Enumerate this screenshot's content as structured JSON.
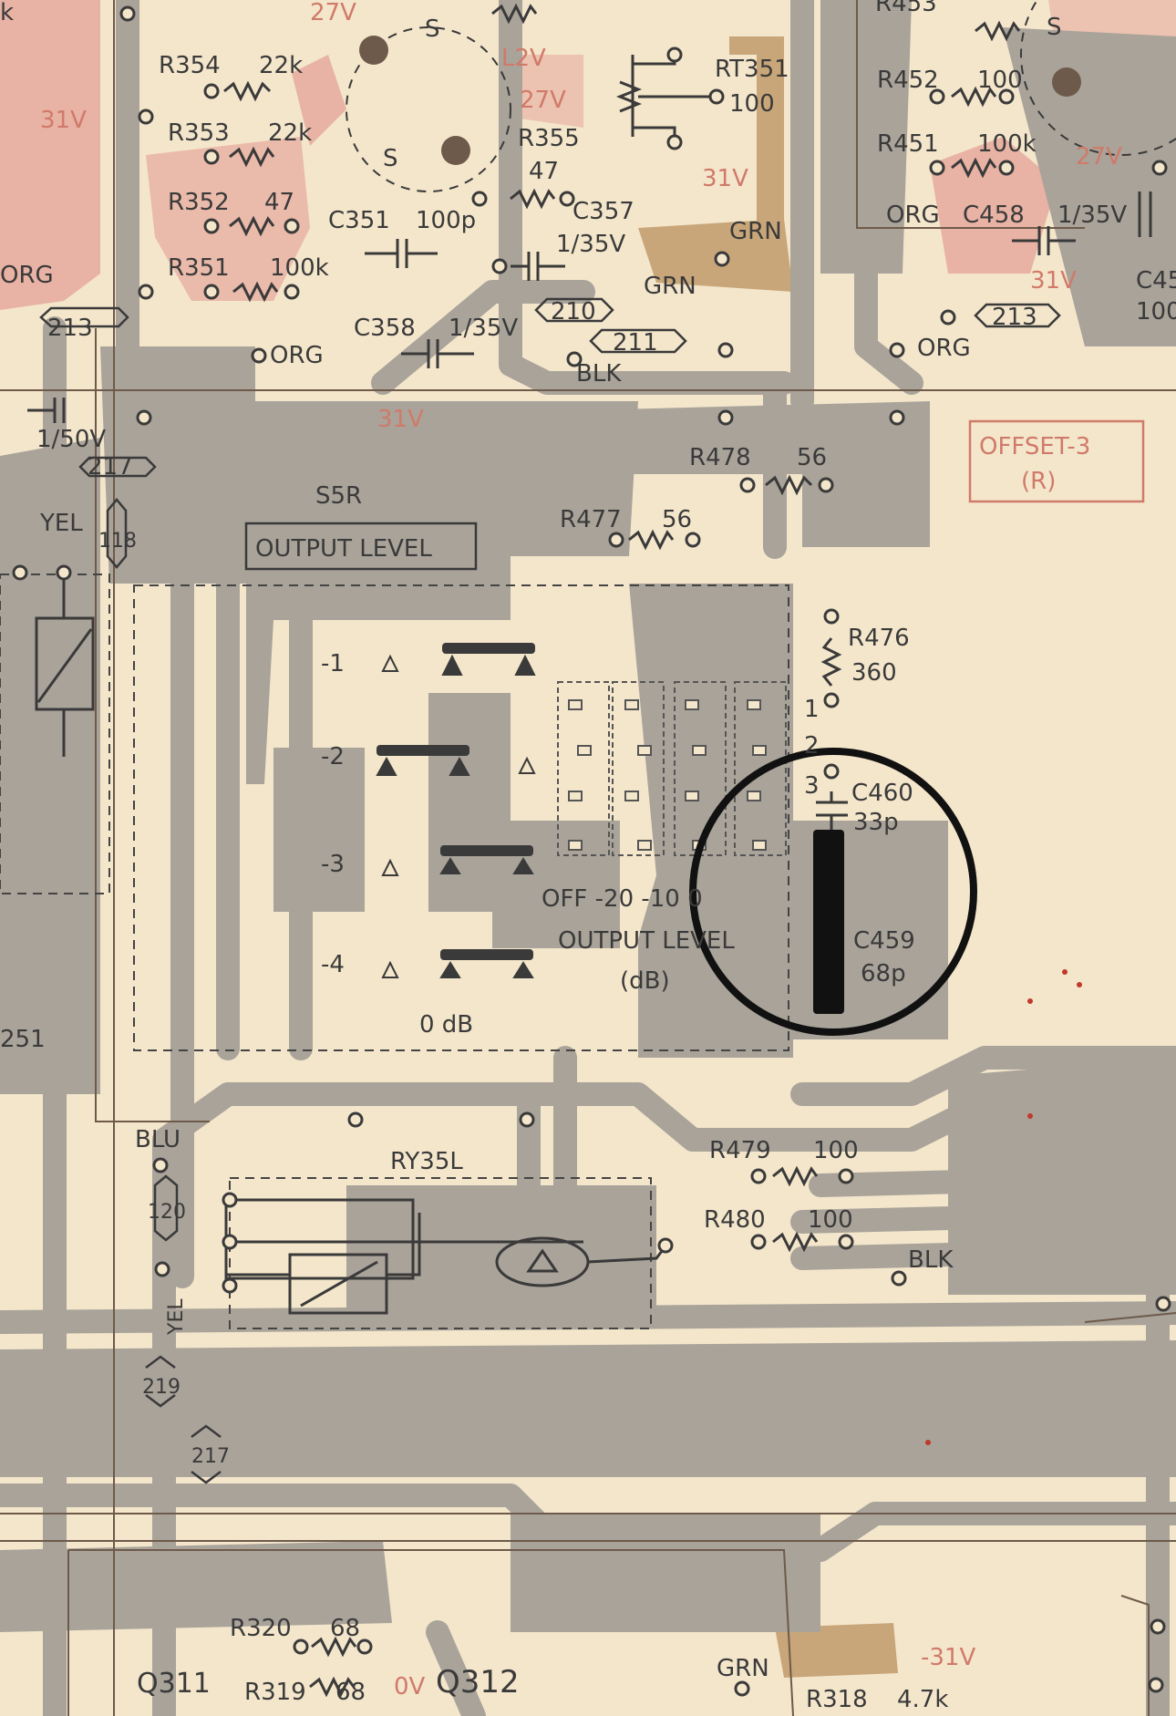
{
  "colors": {
    "paper": "#f4e6cb",
    "trace": "#a9a39a",
    "trace_dark": "#9a948b",
    "pink": "#e8b2a4",
    "brown": "#c9a679",
    "ink": "#3a3a3a",
    "red_text": "#d07a6a",
    "marker": "#111111"
  },
  "labels": {
    "r453": "R453",
    "r354": "R354",
    "r354_val": "22k",
    "r353": "R353",
    "r353_val": "22k",
    "r352": "R352",
    "r352_val": "47",
    "r351": "R351",
    "r351_val": "100k",
    "c351": "C351",
    "c351_val": "100p",
    "r355": "R355",
    "r355_val": "47",
    "c357": "C357",
    "c357_val": "1/35V",
    "rt351": "RT351",
    "rt351_val": "100",
    "grn_a": "GRN",
    "grn_b": "GRN",
    "c358": "C358",
    "c358_val": "1/35V",
    "conn210": "210",
    "conn211": "211",
    "blk_a": "BLK",
    "org_a": "ORG",
    "org_left": "ORG",
    "conn213_left": "213",
    "v31_left": "31V",
    "v27_top": "27V",
    "v27_mid": "27V",
    "v31_mid": "31V",
    "v31_low": "31V",
    "l2v": "L2V",
    "r452": "R452",
    "r452_val": "100",
    "r451": "R451",
    "r451_val": "100k",
    "org_b": "ORG",
    "c458": "C458",
    "c458_val": "1/35V",
    "c45x": "C45",
    "c45x_val": "100",
    "org_c": "ORG",
    "conn213_right": "213",
    "v27_right": "27V",
    "v31_right": "31V",
    "offset_label": "OFFSET-3",
    "offset_sub": "(R)",
    "c_150v": "1/50V",
    "conn217_top": "217",
    "yel_a": "YEL",
    "conn118": "118",
    "s5r": "S5R",
    "output_level_box": "OUTPUT LEVEL",
    "r478": "R478",
    "r478_val": "56",
    "r477": "R477",
    "r477_val": "56",
    "r476": "R476",
    "r476_val": "360",
    "c460": "C460",
    "c460_val": "33p",
    "c459": "C459",
    "c459_val": "68p",
    "pos1": "-1",
    "pos2": "-2",
    "pos3": "-3",
    "pos4": "-4",
    "pin1": "1",
    "pin2": "2",
    "pin3": "3",
    "switch_scale": "OFF  -20  -10  0",
    "output_level_sw": "OUTPUT LEVEL",
    "db": "(dB)",
    "zero_db": "0 dB",
    "conn251": "251",
    "blu": "BLU",
    "conn120": "120",
    "ry351": "RY35L",
    "r479": "R479",
    "r479_val": "100",
    "r480": "R480",
    "r480_val": "100",
    "blk_b": "BLK",
    "yel_b": "YEL",
    "conn219": "219",
    "conn217_bottom": "217",
    "r320": "R320",
    "r320_val": "68",
    "r319": "R319",
    "r319_val": "68",
    "q311": "Q311",
    "q312": "Q312",
    "v0": "0V",
    "grn_c": "GRN",
    "r318": "R318",
    "r318_val": "4.7k",
    "vneg31": "-31V",
    "k_top": "k",
    "s_a": "S",
    "s_b": "S",
    "s_c": "S"
  }
}
